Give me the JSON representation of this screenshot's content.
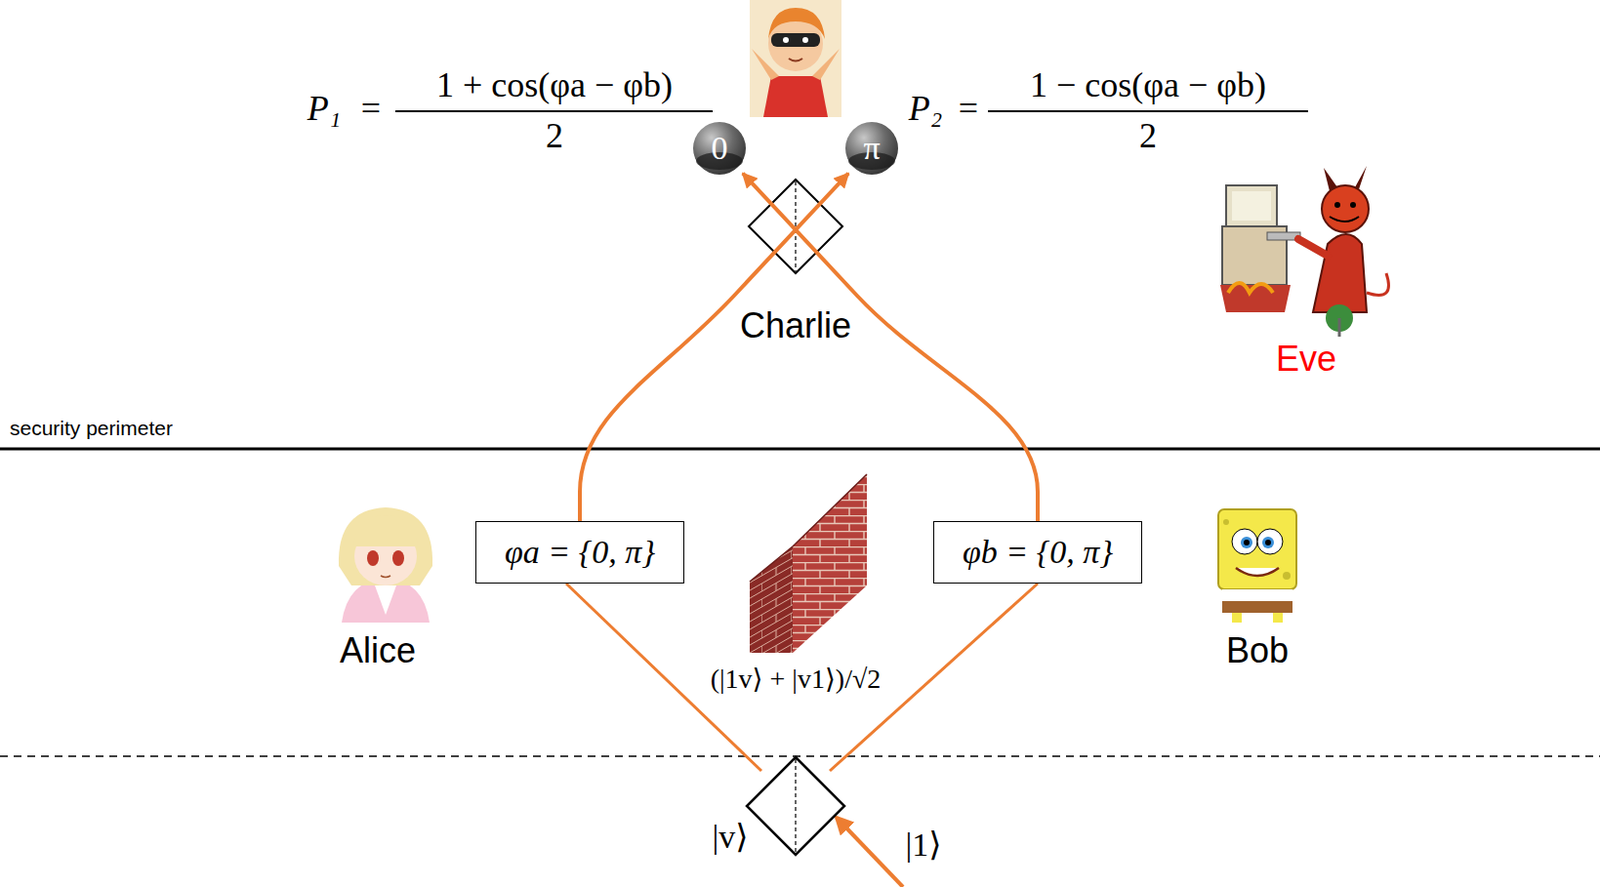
{
  "diagram": {
    "nodes": [
      {
        "text": [
          "0"
        ]
      },
      {
        "text": [
          "π"
        ]
      },
      {
        "text": [
          "φa = {0, π}"
        ]
      },
      {
        "text": [
          "φb = {0, π}"
        ]
      }
    ],
    "edges": [
      {
        "from": 2,
        "to": 1,
        "arrow": "to"
      },
      {
        "from": 3,
        "to": 0,
        "arrow": "to"
      }
    ],
    "labels": [
      "P₁",
      "=",
      "1 + cos(φa − φb)",
      "2",
      "P₂",
      "=",
      "1 − cos(φa − φb)",
      "2",
      "Charlie",
      "Eve",
      "security perimeter",
      "Alice",
      "Bob",
      "(|1v⟩ + |v1⟩)/√2",
      "|v⟩",
      "|1⟩"
    ]
  }
}
